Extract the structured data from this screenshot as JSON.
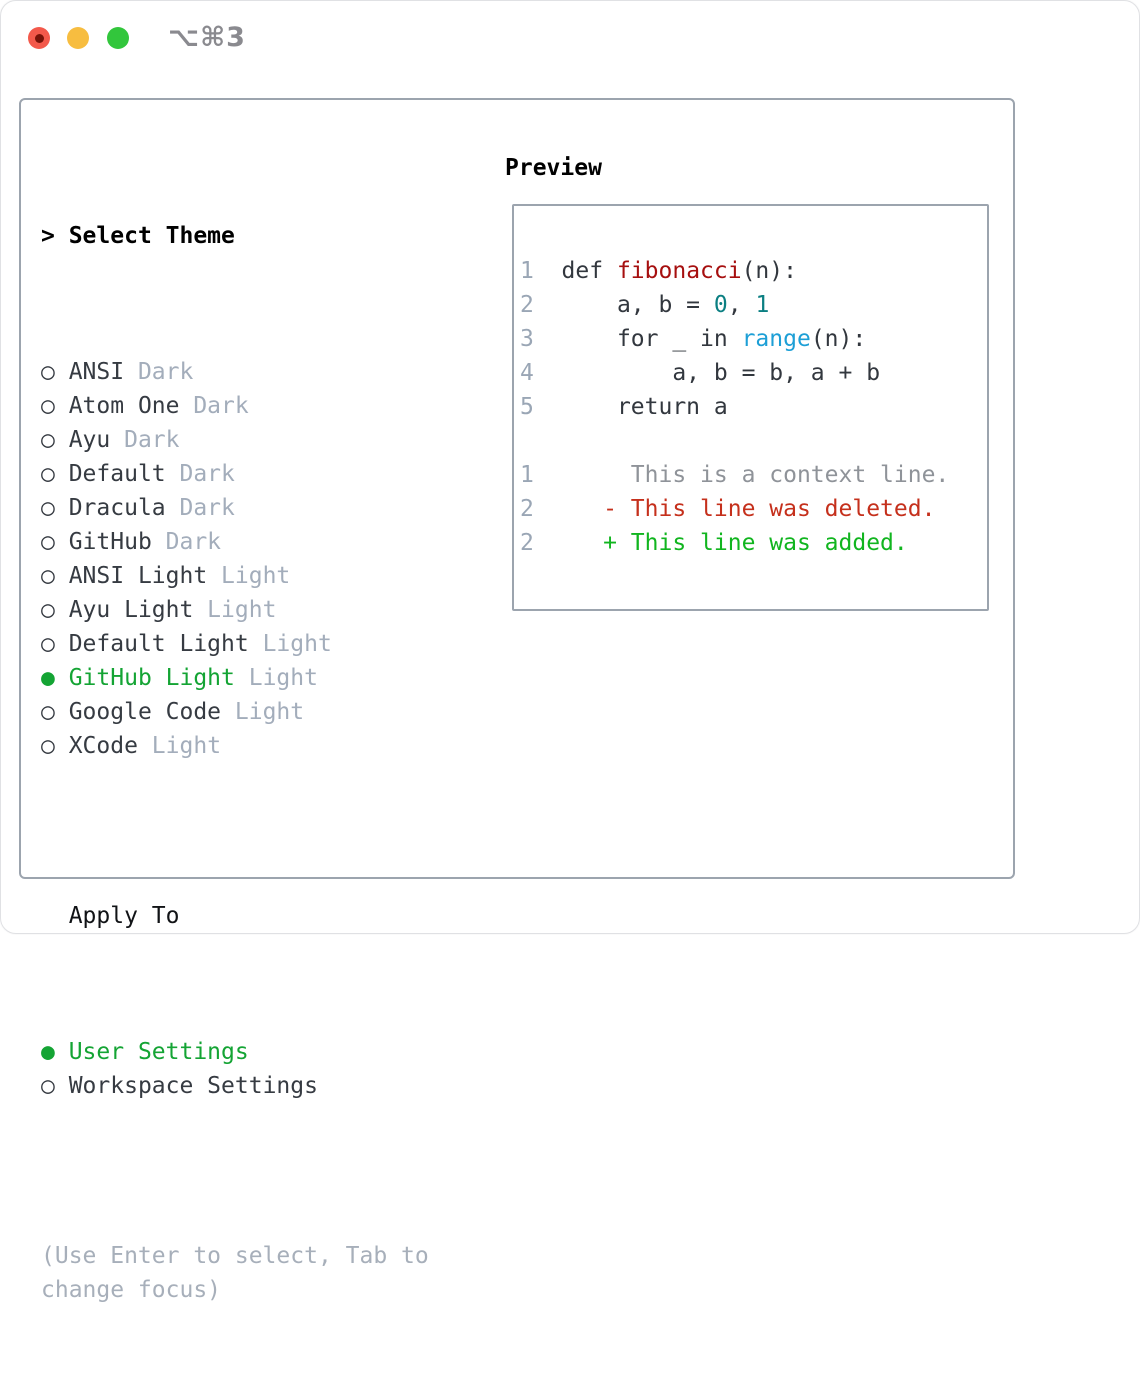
{
  "window": {
    "title": "⌥⌘3",
    "traffic_lights": [
      "close",
      "minimize",
      "zoom"
    ]
  },
  "glyphs": {
    "selected_bullet": "●",
    "unselected_bullet": "○",
    "pointer": "> "
  },
  "left": {
    "heading": "Select Theme",
    "themes": [
      {
        "name": "ANSI",
        "tag": "Dark",
        "selected": false
      },
      {
        "name": "Atom One",
        "tag": "Dark",
        "selected": false
      },
      {
        "name": "Ayu",
        "tag": "Dark",
        "selected": false
      },
      {
        "name": "Default",
        "tag": "Dark",
        "selected": false
      },
      {
        "name": "Dracula",
        "tag": "Dark",
        "selected": false
      },
      {
        "name": "GitHub",
        "tag": "Dark",
        "selected": false
      },
      {
        "name": "ANSI Light",
        "tag": "Light",
        "selected": false
      },
      {
        "name": "Ayu Light",
        "tag": "Light",
        "selected": false
      },
      {
        "name": "Default Light",
        "tag": "Light",
        "selected": false
      },
      {
        "name": "GitHub Light",
        "tag": "Light",
        "selected": true
      },
      {
        "name": "Google Code",
        "tag": "Light",
        "selected": false
      },
      {
        "name": "XCode",
        "tag": "Light",
        "selected": false
      }
    ],
    "apply_heading": "Apply To",
    "apply_options": [
      {
        "name": "User Settings",
        "selected": true
      },
      {
        "name": "Workspace Settings",
        "selected": false
      }
    ],
    "hint_lines": [
      "(Use Enter to select, Tab to",
      "change focus)"
    ]
  },
  "preview": {
    "heading": "Preview",
    "lines": [
      [
        [
          "ln",
          "1"
        ],
        [
          "pl",
          "  def "
        ],
        [
          "fn",
          "fibonacci"
        ],
        [
          "pl",
          "(n):"
        ]
      ],
      [
        [
          "ln",
          "2"
        ],
        [
          "pl",
          "      a, b = "
        ],
        [
          "nm",
          "0"
        ],
        [
          "pl",
          ", "
        ],
        [
          "nm",
          "1"
        ]
      ],
      [
        [
          "ln",
          "3"
        ],
        [
          "pl",
          "      for _ in "
        ],
        [
          "bi",
          "range"
        ],
        [
          "pl",
          "(n):"
        ]
      ],
      [
        [
          "ln",
          "4"
        ],
        [
          "pl",
          "          a, b = b, a + b"
        ]
      ],
      [
        [
          "ln",
          "5"
        ],
        [
          "pl",
          "      return a"
        ]
      ],
      [],
      [
        [
          "ln",
          "1"
        ],
        [
          "ctx",
          "       This is a context line."
        ]
      ],
      [
        [
          "ln",
          "2"
        ],
        [
          "pl",
          "     "
        ],
        [
          "del",
          "- This line was deleted."
        ]
      ],
      [
        [
          "ln",
          "2"
        ],
        [
          "pl",
          "     "
        ],
        [
          "add",
          "+ This line was added."
        ]
      ]
    ]
  },
  "colors": {
    "accent_green": "#14a434",
    "added_green": "#11b51f",
    "deleted_red": "#c5301c",
    "function_red": "#a60f0f",
    "number_teal": "#0b7f82",
    "builtin_blue": "#1d9fd6",
    "context_gray": "#8f9399",
    "line_number_gray": "#9aa6b5",
    "muted_tag_gray": "#a3adbb",
    "hint_gray": "#a7afba",
    "text_dark": "#363b42",
    "panel_border": "#9ca4ae",
    "traffic_red": "#f3594b",
    "traffic_yellow": "#f7bd40",
    "traffic_green": "#32c63c"
  }
}
